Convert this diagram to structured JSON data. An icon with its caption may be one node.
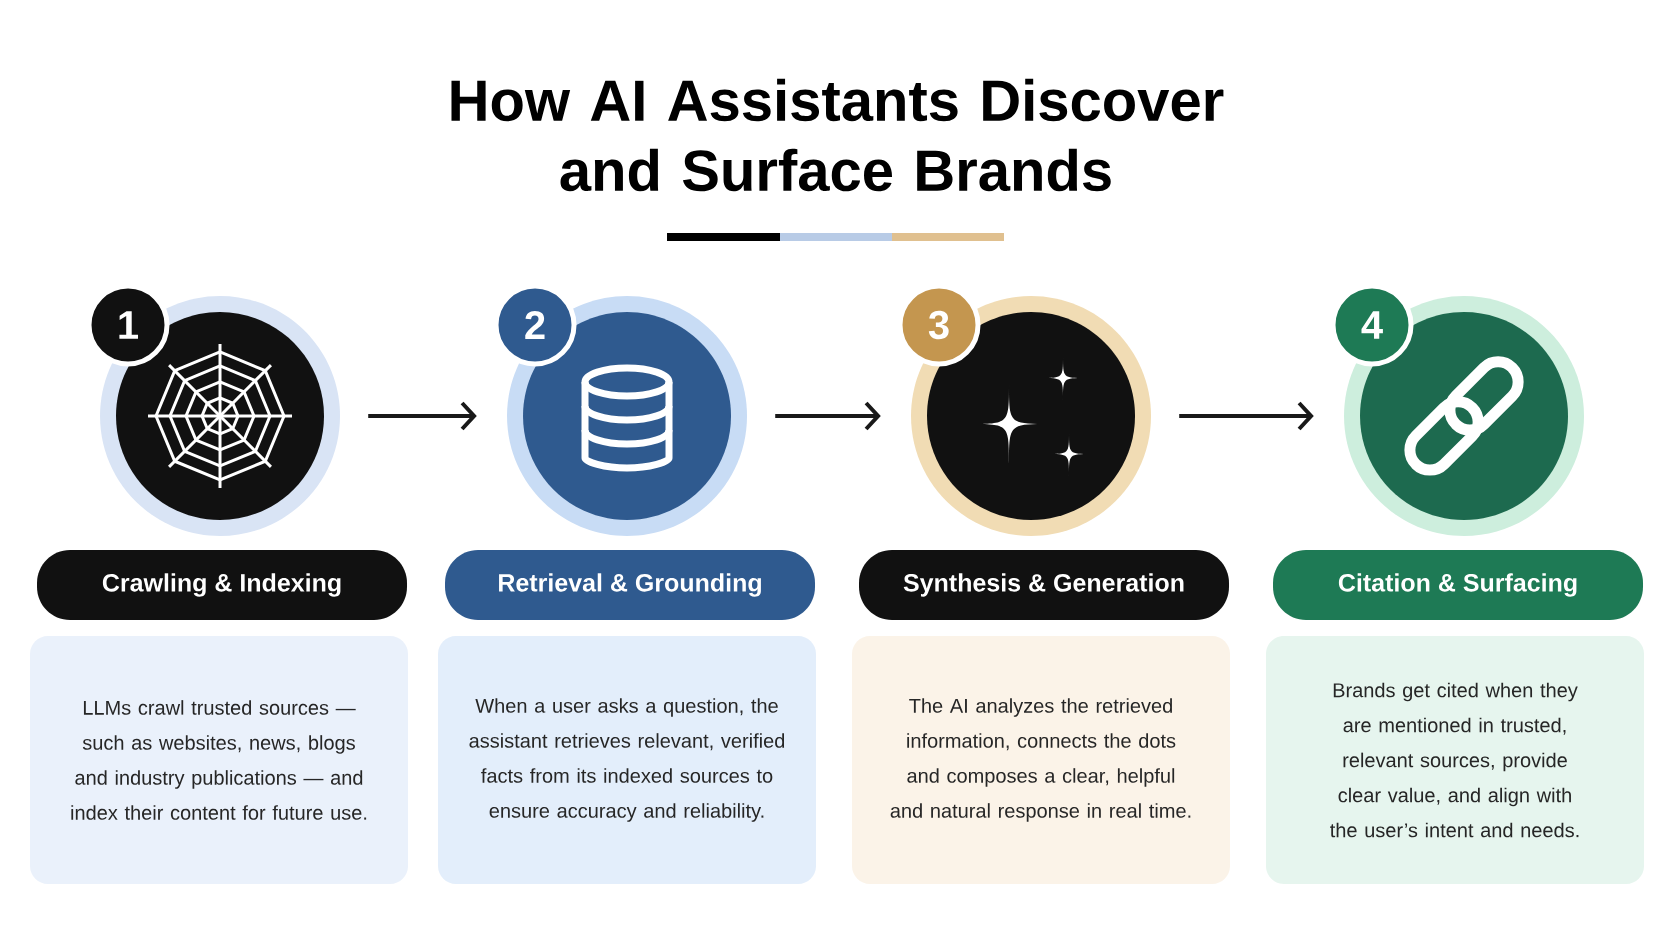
{
  "diagram": {
    "title": "How AI Assistants Discover and Surface Brands",
    "nodes": [
      {
        "text": [
          "1"
        ]
      },
      {
        "text": [],
        "shape": "circle"
      },
      {
        "text": [
          "Crawling & Indexing"
        ]
      },
      {
        "text": [
          "LLMs crawl trusted sources — such as websites, news, blogs and industry publications — and index their content for future use."
        ]
      },
      {
        "text": [
          "2"
        ]
      },
      {
        "text": [],
        "shape": "circle"
      },
      {
        "text": [
          "Retrieval & Grounding"
        ]
      },
      {
        "text": [
          "When a user asks a question, the assistant retrieves relevant, verified facts from its indexed sources to ensure accuracy and reliability."
        ]
      },
      {
        "text": [
          "3"
        ]
      },
      {
        "text": [],
        "shape": "circle"
      },
      {
        "text": [
          "Synthesis & Generation"
        ]
      },
      {
        "text": [
          "The AI analyzes the retrieved information, connects the dots and composes a clear, helpful and natural response in real time."
        ]
      },
      {
        "text": [
          "4"
        ]
      },
      {
        "text": [],
        "shape": "circle"
      },
      {
        "text": [
          "Citation & Surfacing"
        ]
      },
      {
        "text": [
          "Brands get cited when they are mentioned in trusted, relevant sources, provide clear value, and align with the user’s intent and needs."
        ]
      }
    ],
    "edges": [
      {
        "from": 1,
        "to": 5,
        "arrow": "to"
      },
      {
        "from": 5,
        "to": 9,
        "arrow": "to"
      },
      {
        "from": 9,
        "to": 13,
        "arrow": "to"
      }
    ]
  }
}
